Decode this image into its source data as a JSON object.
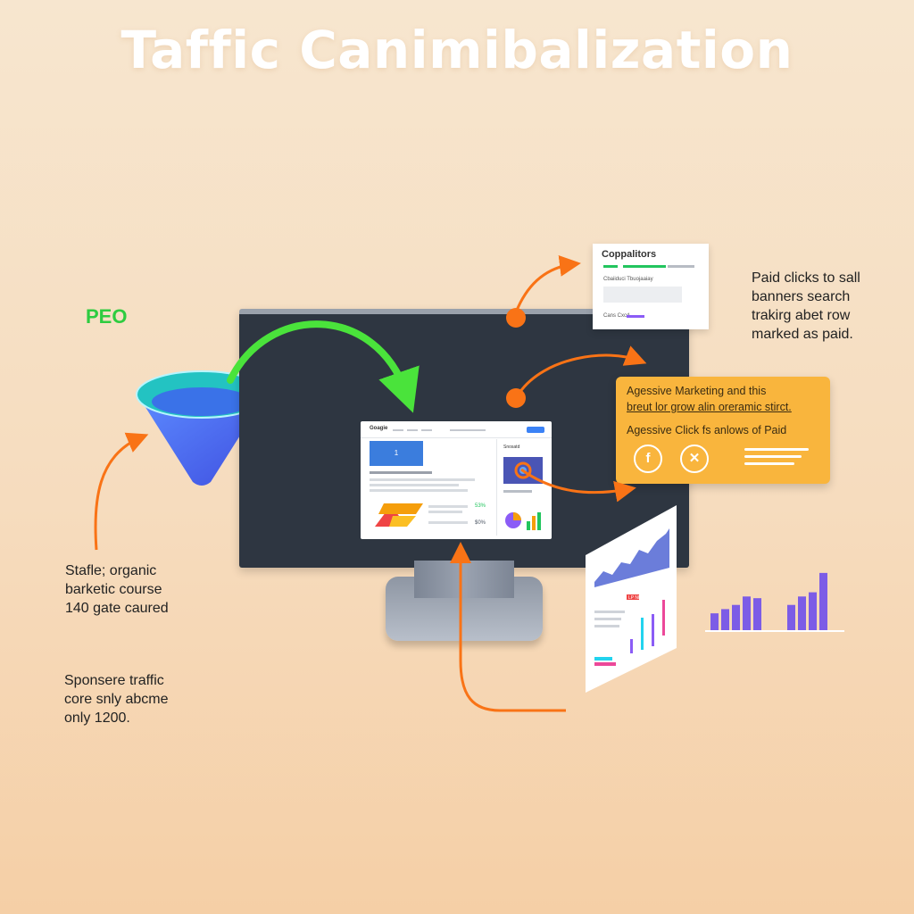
{
  "title": "Taffic Canimibalization",
  "labels": {
    "peo": "PEO",
    "organic_note": [
      "Stafle; organic",
      "barketic course",
      "140 gate caured"
    ],
    "sponsored_note": [
      "Sponsere traffic",
      "core snly abcme",
      "only 1200."
    ],
    "paid_note": [
      "Paid clicks to sall",
      "banners search",
      "trakirg abet row",
      "marked as paid."
    ]
  },
  "competitors_card": {
    "title": "Coppalitors",
    "subtitle": "Cbaiiduci Tbuojaaiay",
    "footer": "Cans Cxcd"
  },
  "paid_card": {
    "line1": "Agessive Marketing and this",
    "line2": "breut lor grow alin oreramic stirct.",
    "line3": "Agessive Click fs anlows of Paid",
    "icon1": "f",
    "icon2": "✕"
  },
  "screen": {
    "brand": "Goagie",
    "hero_value": "1",
    "side_heading": "Snosatd",
    "pct_top": "53%",
    "pct_bottom": "$0%"
  },
  "report": {
    "tag": "LP NE"
  },
  "icons": [
    "funnel-icon",
    "facebook-icon",
    "click-icon",
    "pie-chart-icon",
    "bar-chart-icon"
  ],
  "colors": {
    "organic_green": "#3ee23b",
    "paid_orange": "#f97316",
    "funnel_blue": "#4f6ef7",
    "bar_purple": "#7c5ce6"
  },
  "chart_data": {
    "type": "bar",
    "values": [
      20,
      25,
      30,
      40,
      38,
      30,
      40,
      45,
      68
    ]
  }
}
